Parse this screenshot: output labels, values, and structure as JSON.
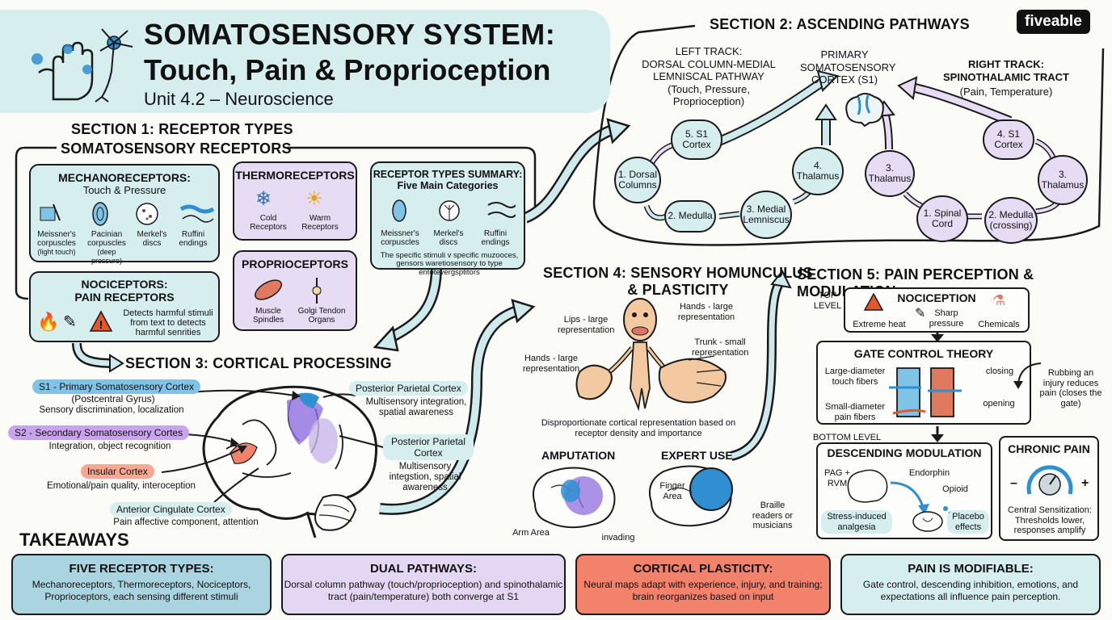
{
  "brand": "fiveable",
  "header": {
    "title_line1": "SOMATOSENSORY SYSTEM:",
    "title_line2": "Touch, Pain & Proprioception",
    "subtitle": "Unit 4.2 – Neuroscience"
  },
  "section1": {
    "title": "SECTION 1: RECEPTOR TYPES",
    "subtitle": "SOMATOSENSORY RECEPTORS",
    "mechano": {
      "title": "MECHANORECEPTORS:",
      "subtitle": "Touch & Pressure",
      "items": [
        {
          "name": "Meissner's corpuscles",
          "note": "(light touch)"
        },
        {
          "name": "Pacinian corpuscles",
          "note": "(deep pressure)"
        },
        {
          "name": "Merkel's discs",
          "note": ""
        },
        {
          "name": "Ruffini endings",
          "note": ""
        }
      ]
    },
    "thermo": {
      "title": "THERMORECEPTORS",
      "items": [
        "Cold Receptors",
        "Warm Receptors"
      ]
    },
    "proprio": {
      "title": "PROPRIOCEPTORS",
      "items": [
        "Muscle Spindles",
        "Golgi Tendon Organs"
      ]
    },
    "noci": {
      "title": "NOCICEPTORS:",
      "subtitle": "PAIN RECEPTORS",
      "text": "Detects harmful stimuli from text to detects harmful senrities"
    },
    "summary": {
      "title": "RECEPTOR TYPES SUMMARY:",
      "subtitle": "Five Main Categories",
      "items": [
        "Meissner's corpuscles",
        "Merkel's discs",
        "Ruffini endings"
      ],
      "text": "The specific stimuli v specific muzooces, gensors waretiosensory to type entotevergsptitors"
    }
  },
  "section2": {
    "title": "SECTION 2: ASCENDING PATHWAYS",
    "left_title": "LEFT TRACK:\nDORSAL COLUMN-MEDIAL\nLEMNISCAL PATHWAY\n(Touch, Pressure,\nProprioception)",
    "center_title": "PRIMARY\nSOMATOSENSORY\nCORTEX (S1)",
    "right_title_bold": "RIGHT TRACK:\nSPINOTHALAMIC TRACT",
    "right_title_sub": "(Pain, Temperature)",
    "left_nodes": [
      "1. Dorsal Columns",
      "2. Medulla",
      "3. Medial Lemniscus",
      "4. Thalamus",
      "5. S1 Cortex"
    ],
    "right_nodes": [
      "1. Spinal Cord",
      "2. Medulla (crossing)",
      "3. Thalamus",
      "4. S1 Cortex",
      "3. Thalamus"
    ]
  },
  "section3": {
    "title": "SECTION 3: CORTICAL PROCESSING",
    "s1": {
      "title": "S1 - Primary Somatosensory Cortex",
      "sub": "(Postcentral Gyrus)",
      "desc": "Sensory discrimination, localization"
    },
    "s2": {
      "title": "S2 - Secondary Somatosensory Cortes",
      "desc": "Integration, object recognition"
    },
    "insular": {
      "title": "Insular Cortex",
      "desc": "Emotional/pain quality, interoception"
    },
    "acc": {
      "title": "Anterior Cingulate Cortex",
      "desc": "Pain affective component, attention"
    },
    "ppc1": {
      "title": "Posterior Parietal Cortex",
      "desc": "Multisensory integration, spatial awareness"
    },
    "ppc2": {
      "title": "Posterior Parietal Cortex",
      "desc": "Multisensory integstion, spatial awareness"
    }
  },
  "section4": {
    "title": "SECTION 4: SENSORY HOMUNCULUS\n& PLASTICITY",
    "labels": {
      "lips": "Lips - large representation",
      "hands_top": "Hands - large representation",
      "trunk": "Trunk - small representation",
      "hands_left": "Hands - large representation"
    },
    "caption": "Disproportionate cortical representation based on receptor density and importance",
    "amputation": {
      "title": "AMPUTATION",
      "arm": "Arm Area",
      "invading": "invading"
    },
    "expert": {
      "title": "EXPERT USE",
      "finger": "Finger Area",
      "braille": "Braille readers or musicians"
    }
  },
  "section5": {
    "title": "SECTION 5: PAIN PERCEPTION & MODULATION",
    "top_level": "TOP LEVEL",
    "bottom_level": "BOTTOM LEVEL",
    "nociception": {
      "title": "NOCICEPTION",
      "items": [
        "Extreme heat",
        "Sharp pressure",
        "Chemicals"
      ]
    },
    "gate": {
      "title": "GATE CONTROL THEORY",
      "large": "Large-diameter touch fibers",
      "small": "Small-diameter pain fibers",
      "closing": "closing",
      "opening": "opening",
      "rubbing": "Rubbing an injury reduces pain (closes the gate)"
    },
    "descending": {
      "title": "DESCENDING MODULATION",
      "pag": "PAG + RVM",
      "endorphin": "Endorphin",
      "opioid": "Opioid",
      "stress": "Stress-induced analgesia",
      "placebo": "Placebo effects"
    },
    "chronic": {
      "title": "CHRONIC PAIN",
      "minus": "–",
      "plus": "+",
      "desc": "Central Sensitization: Thresholds lower, responses amplify"
    }
  },
  "takeaways": {
    "title": "TAKEAWAYS",
    "cards": [
      {
        "title": "FIVE RECEPTOR TYPES:",
        "body": "Mechanoreceptors, Thermoreceptors, Nociceptors, Proprioceptors, each sensing different stimuli",
        "color": "#a9d4e0"
      },
      {
        "title": "DUAL PATHWAYS:",
        "body": "Dorsal column pathway (touch/proprioception) and spinothalamic tract (pain/temperature) both converge at S1",
        "color": "#e3d7f3"
      },
      {
        "title": "CORTICAL PLASTICITY:",
        "body": "Neural maps adapt with experience, injury, and training; brain reorganizes based on input",
        "color": "#f2826b"
      },
      {
        "title": "PAIN IS MODIFIABLE:",
        "body": "Gate control, descending inhibition, emotions, and expectations all influence pain perception.",
        "color": "#d6eeee"
      }
    ]
  },
  "colors": {
    "teal": "#d6eeee",
    "lavender": "#e6dcf3",
    "coral": "#f2826b",
    "blue": "#2f8fd0",
    "purple": "#9b6ad0"
  }
}
